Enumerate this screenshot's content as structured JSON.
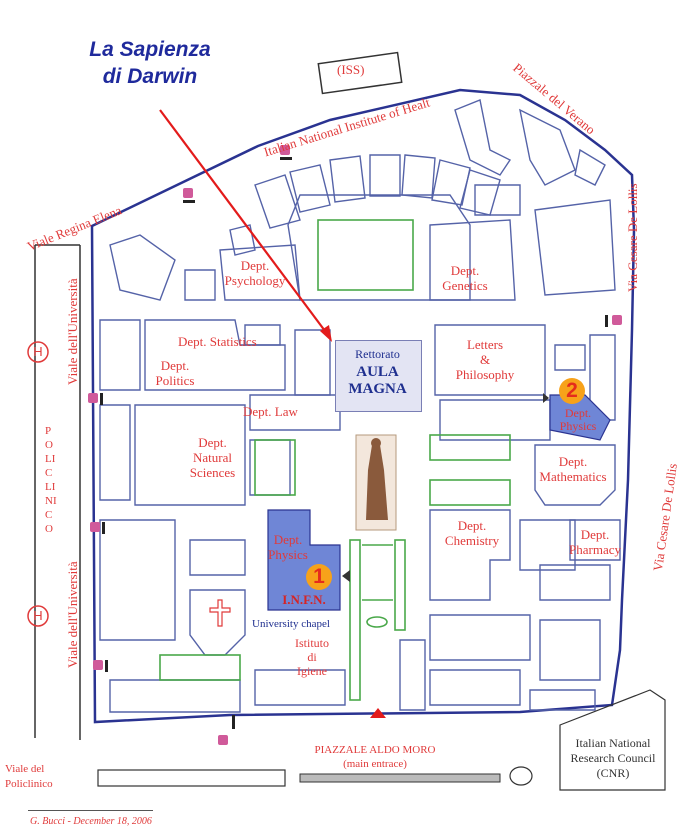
{
  "title": {
    "line1": "La Sapienza",
    "line2": "di Darwin"
  },
  "streets": {
    "regina_elena": "Viale Regina Elena",
    "iss": "(ISS)",
    "iss_full": "Italian National Institute of Healt",
    "verano": "Piazzale del Verano",
    "de_lollis_top": "Via Cesare De Lollis",
    "de_lollis_side": "Via Cesare De Lollis",
    "universita_top": "Viale dell'Università",
    "universita_bottom": "Viale dell'Università",
    "policlinico": "POLICLINICO",
    "viale_policlinico": "Viale del\nPoliclinico",
    "aldo_moro": "PIAZZALE ALDO MORO",
    "main_entrance": "(main entrace)",
    "cnr": "Italian National\nResearch Council\n(CNR)"
  },
  "buildings": {
    "psychology": "Dept.\nPsychology",
    "genetics": "Dept.\nGenetics",
    "statistics": "Dept. Statistics",
    "politics": "Dept.\nPolitics",
    "rettorato": "Rettorato",
    "aula_magna": "AULA\nMAGNA",
    "letters": "Letters\n&\nPhilosophy",
    "physics2": "Dept.\nPhysics",
    "law": "Dept. Law",
    "natural": "Dept.\nNatural\nSciences",
    "mathematics": "Dept.\nMathematics",
    "physics1": "Dept.\nPhysics",
    "infn": "I.N.F.N.",
    "chemistry": "Dept.\nChemistry",
    "pharmacy": "Dept.\nPharmacy",
    "chapel": "University chapel",
    "igiene": "Istituto\ndi\nIgiene"
  },
  "markers": {
    "one": "1",
    "two": "2",
    "hospital": "H"
  },
  "credit": "G. Bucci  - December 18, 2006",
  "colors": {
    "label": "#e03a3a",
    "wall": "#2a3391",
    "building": "#5563a8",
    "highlight": "#6f86d6",
    "green": "#4aa84a",
    "arrow": "#e31b1b"
  }
}
